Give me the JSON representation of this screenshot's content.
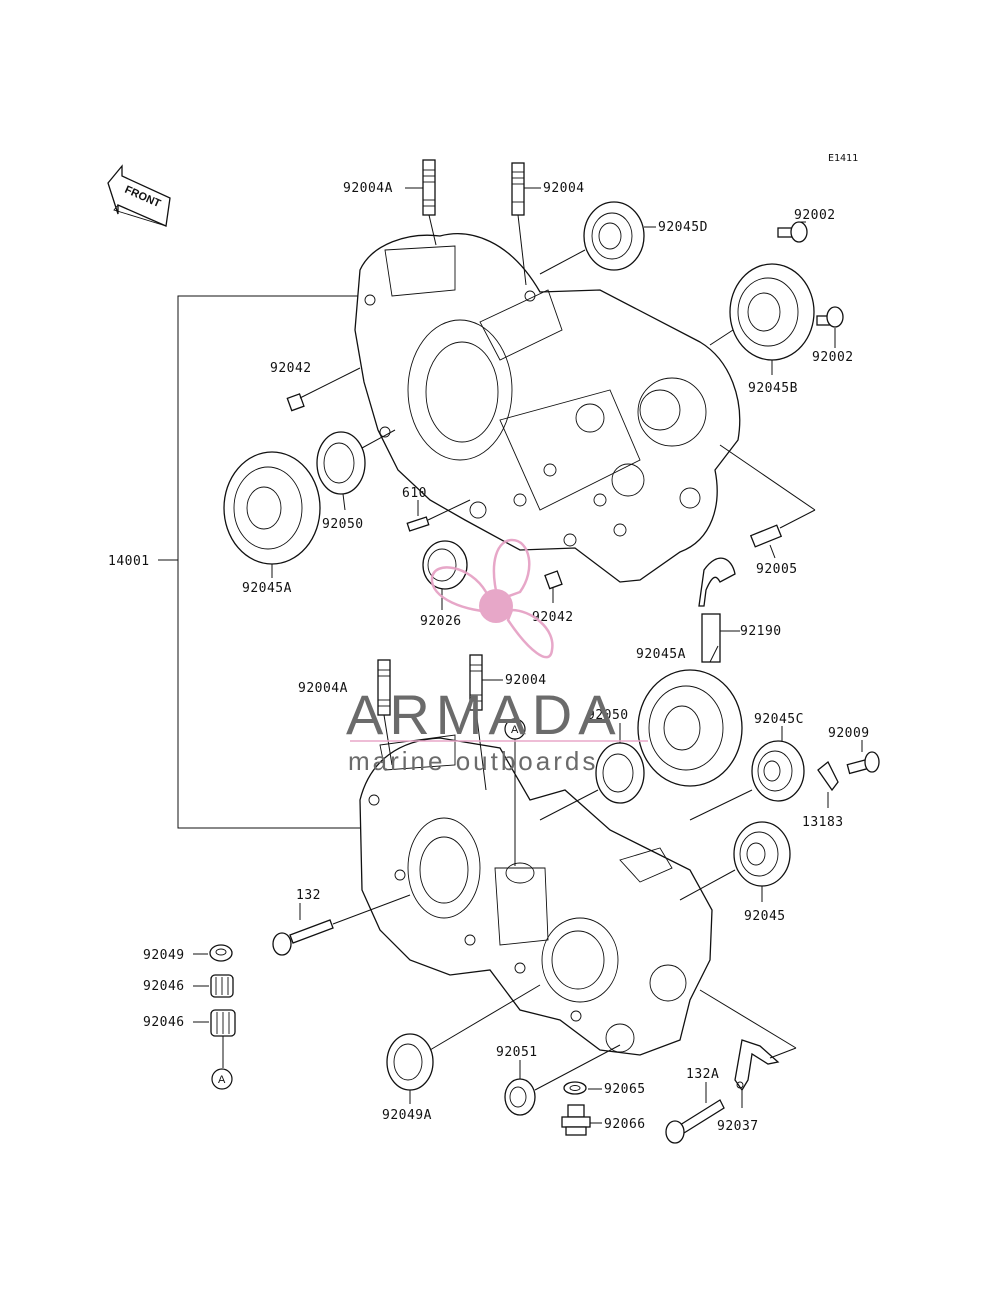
{
  "diagram": {
    "code": "E1411",
    "front_label": "FRONT",
    "ref_marker": "A",
    "brand": {
      "name": "ARMADA",
      "tagline": "marine outboards",
      "accent_color": "#e6a3c6",
      "line_color": "#e9a7c9",
      "text_color": "#6b6b6b"
    },
    "labels": {
      "p92004A_top": "92004A",
      "p92004_top": "92004",
      "p92045D": "92045D",
      "p92002_a": "92002",
      "p92002_b": "92002",
      "p92045B": "92045B",
      "p92042_top": "92042",
      "p610": "610",
      "p92050_top": "92050",
      "p92045A_top": "92045A",
      "p14001": "14001",
      "p92005": "92005",
      "p92026": "92026",
      "p92042_mid": "92042",
      "p92190": "92190",
      "p92045A_mid": "92045A",
      "p92004A_bot": "92004A",
      "p92004_bot": "92004",
      "p92050_bot": "92050",
      "p92045C": "92045C",
      "p92009": "92009",
      "p13183": "13183",
      "p132": "132",
      "p92045": "92045",
      "p92049": "92049",
      "p92046_a": "92046",
      "p92046_b": "92046",
      "p92051": "92051",
      "p92065": "92065",
      "p132A": "132A",
      "p92066": "92066",
      "p92037": "92037",
      "p92049A": "92049A"
    }
  }
}
